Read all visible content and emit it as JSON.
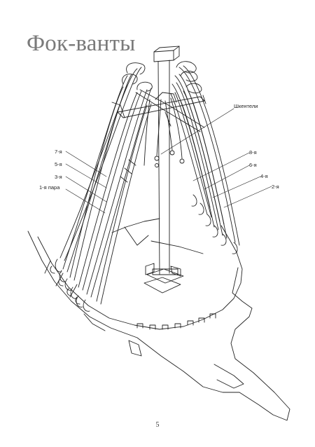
{
  "title": "Фок-ванты",
  "labels": {
    "shkentel": "Шкентели",
    "pair7": "7-я",
    "pair5": "5-я",
    "pair3": "3-я",
    "pair1": "1-я пара",
    "pair8": "8-я",
    "pair6": "6-я",
    "pair4": "4-я",
    "pair2": "2-я"
  },
  "page_number": "5"
}
